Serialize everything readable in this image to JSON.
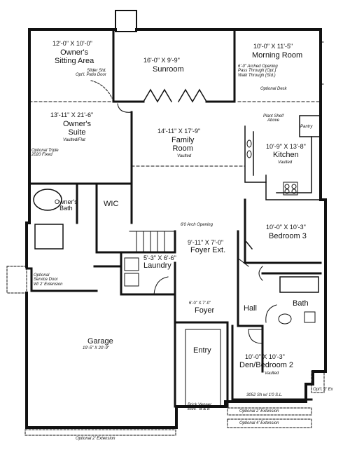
{
  "rooms": {
    "owners_sitting": {
      "dim": "12'-0\" X 10'-0\"",
      "name": "Owner's\nSitting Area"
    },
    "sunroom": {
      "dim": "16'-0\" X 9'-9\"",
      "name": "Sunroom"
    },
    "morning": {
      "dim": "10'-0\" X 11'-5\"",
      "name": "Morning Room"
    },
    "owners_suite": {
      "dim": "13'-11\" X 21'-6\"",
      "name": "Owner's\nSuite",
      "note": "Vaulted/Flat"
    },
    "family": {
      "dim": "14'-11\" X 17'-9\"",
      "name": "Family\nRoom",
      "note": "Vaulted"
    },
    "kitchen": {
      "dim": "10'-9\" X 13'-8\"",
      "name": "Kitchen",
      "note": "Vaulted"
    },
    "owners_bath": {
      "name": "Owner's\nBath"
    },
    "wic": {
      "name": "WIC"
    },
    "bedroom3": {
      "dim": "10'-0\" X 10'-3\"",
      "name": "Bedroom 3"
    },
    "foyer_ext": {
      "dim": "9'-11\" X 7'-0\"",
      "name": "Foyer Ext."
    },
    "laundry": {
      "dim": "5'-3\" X 6'-6\"",
      "name": "Laundry"
    },
    "foyer": {
      "dim": "6'-0\" X 7'-0\"",
      "name": "Foyer"
    },
    "hall": {
      "name": "Hall"
    },
    "bath": {
      "name": "Bath"
    },
    "garage": {
      "name": "Garage",
      "dim": "19'-5\" X 20'-9\""
    },
    "entry": {
      "name": "Entry"
    },
    "den": {
      "dim": "10'-0\" X 10'-3\"",
      "name": "Den/Bedroom 2",
      "note": "Vaulted"
    }
  },
  "notes": {
    "slider": "Slider Std.\nOpt'l. Patio Door",
    "arched": "6'-0\" Arched Opening\nPass Through (Opt.)\nWalk Through (Std.)",
    "optional_desk": "Optional Desk",
    "plant_shelf": "Plant Shelf\nAbove",
    "pantry": "Pantry",
    "optional_triple": "Optional Triple\n2020 Fixed",
    "arch_opening": "6'0 Arch Opening",
    "service_door": "Optional\nService Door\nW/ 2' Extension",
    "brick_veneer": "Brick Veneer\nElev. \"B & E\"",
    "window_spec": "3052 Sh w/ 1'0 S.L.",
    "opt_2_ext_bottom": "Optional 2' Extension",
    "opt_2_ext_right": "Optional 2' Extension",
    "opt_4_ext": "Optional 4' Extension",
    "opt_2_ex_side": "Opt'l. 2' Ex"
  }
}
